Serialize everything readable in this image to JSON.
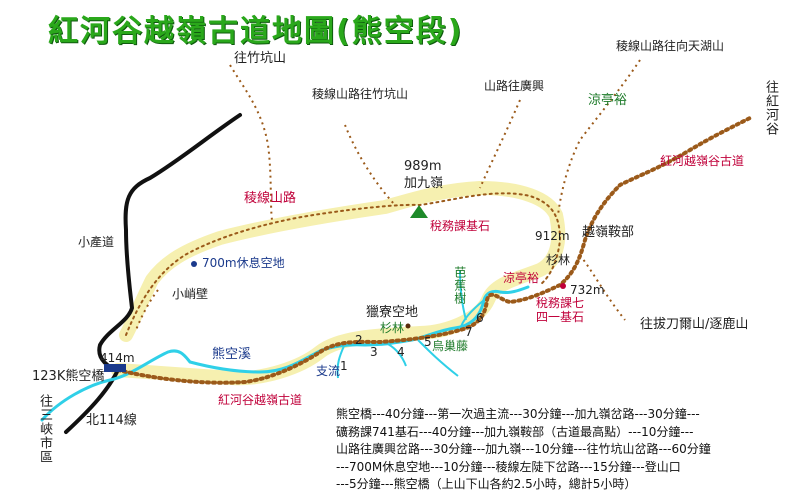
{
  "title": "紅河谷越嶺古道地圖(熊空段)",
  "labels": {
    "to_zhuzhukeng_shan": "往竹坑山",
    "ridge_to_zhuzhukeng": "稜線山路往竹坑山",
    "mountain_road_to_guangxing": "山路往廣興",
    "ridge_to_tianhu": "稜線山路往向天湖山",
    "to_hongheogu": "往紅河谷",
    "pavilion_top": "涼亭裕",
    "hongheogu_trail_right": "紅河越嶺谷古道",
    "peak_elevation": "989m",
    "peak_name": "加九嶺",
    "tax_stone": "稅務課基石",
    "ridge_road": "稜線山路",
    "xiaochandao": "小產道",
    "rest_area": "700m休息空地",
    "xiaoqiaobi": "小峭壁",
    "elev_912": "912m",
    "saddle": "越嶺鞍部",
    "shanlin_right": "杉林",
    "pavilion_mid": "涼亭裕",
    "elev_732": "732m",
    "tax_bureau_stone": "稅務課七四一基石",
    "bajiao_shu": "芭蕉樹",
    "hunting_ground": "獵寮空地",
    "shanlin_mid": "杉林",
    "to_badaoer": "往拔刀爾山/逐鹿山",
    "num1": "1",
    "num2": "2",
    "num3": "3",
    "num4": "4",
    "num5": "5",
    "num6": "6",
    "num7": "7",
    "wulaiteng": "烏巢藤",
    "zhiliu": "支流",
    "xiongkongxi": "熊空溪",
    "elev_414": "414m",
    "k123_bridge": "123K熊空橋",
    "to_sanxia": "往三峽市區",
    "north114": "北114線",
    "hongheogu_trail_bottom": "紅河谷越嶺古道"
  },
  "timing": [
    "熊空橋---40分鐘---第一次過主流---30分鐘---加九嶺岔路---30分鐘---",
    "礦務課741基石---40分鐘---加九嶺鞍部（古道最高點）---10分鐘---",
    "山路往廣興岔路---30分鐘---加九嶺---10分鐘---往竹坑山岔路---60分鐘",
    "---700M休息空地---10分鐘---稜線左陡下岔路---15分鐘---登山口",
    "---5分鐘---熊空橋（上山下山各約2.5小時，總計5小時）"
  ],
  "colors": {
    "title": "#2aa81b",
    "trail_highlight": "#f6f0b0",
    "trail_dots": "#9b5a1a",
    "stream": "#2fd0e8",
    "road": "#111111",
    "peak_marker": "#1e8a2a",
    "red_text": "#c0003a"
  },
  "icons": [
    "peak-triangle-icon",
    "rest-area-dot-icon",
    "pavilion-dot-icon",
    "hunting-ground-dot-icon"
  ]
}
